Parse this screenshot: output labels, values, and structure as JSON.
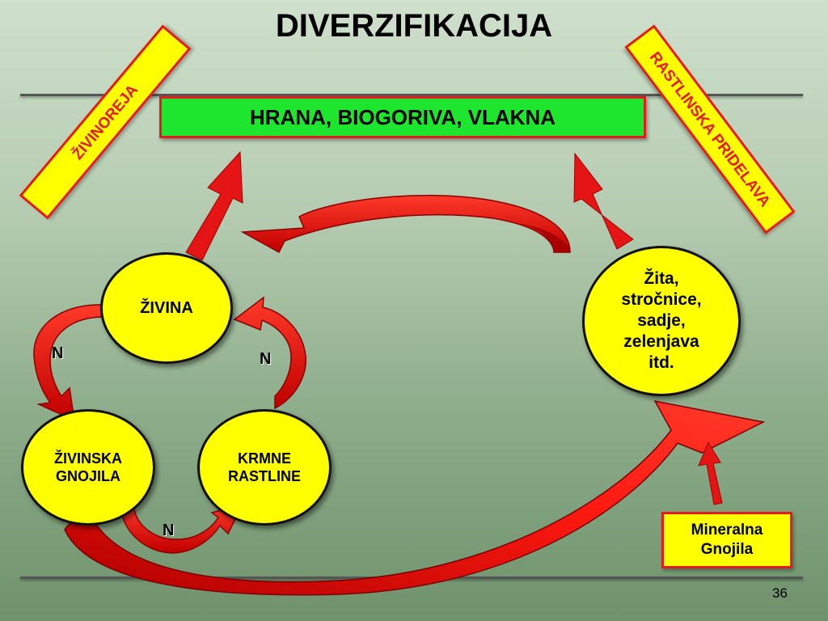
{
  "slide": {
    "title": "DIVERZIFIKACIJA",
    "page_number": "36"
  },
  "top_box": {
    "label": "HRANA, BIOGORIVA, VLAKNA"
  },
  "banners": {
    "left": "ŽIVINOREJA",
    "right": "RASTLINSKA PRIDELAVA"
  },
  "nodes": {
    "zivina": "ŽIVINA",
    "gnojila_line1": "ŽIVINSKA",
    "gnojila_line2": "GNOJILA",
    "krmne_line1": "KRMNE",
    "krmne_line2": "RASTLINE",
    "zita_line1": "Žita,",
    "zita_line2": "stročnice,",
    "zita_line3": "sadje,",
    "zita_line4": "zelenjava",
    "zita_line5": "itd."
  },
  "cycle_labels": {
    "left": "N",
    "right": "N",
    "bottom": "N"
  },
  "mineral_box": {
    "line1": "Mineralna",
    "line2": "Gnojila"
  },
  "colors": {
    "arrow_red": "#e61515",
    "arrow_dark": "#8a0000",
    "node_yellow": "#ffff00",
    "box_green": "#1ee62e"
  }
}
